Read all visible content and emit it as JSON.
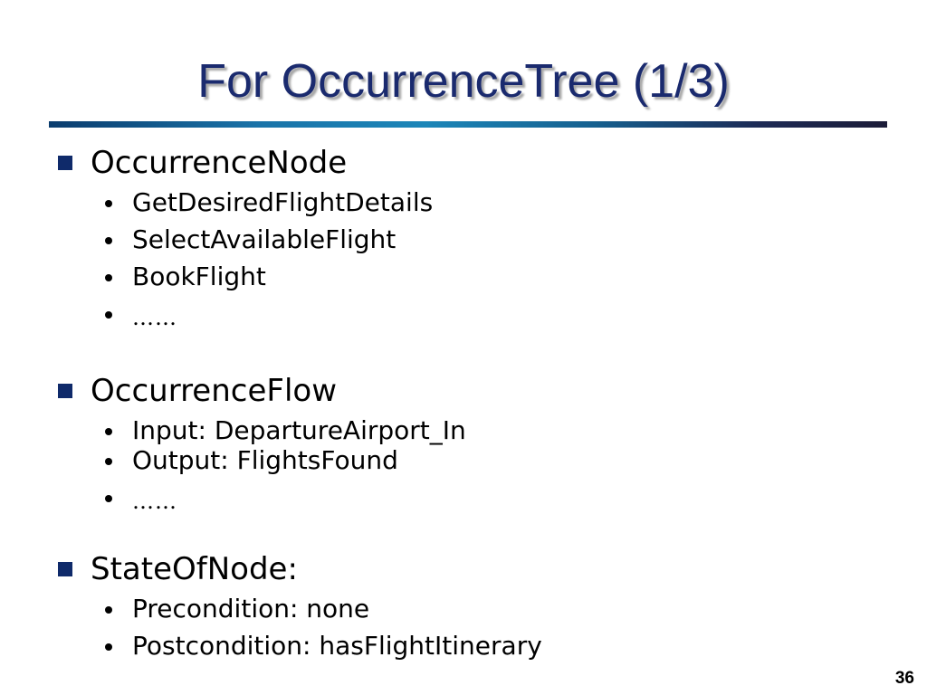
{
  "slide": {
    "title": "For OccurrenceTree (1/3)",
    "page_number": "36"
  },
  "sections": [
    {
      "heading": "OccurrenceNode",
      "items": [
        "GetDesiredFlightDetails",
        "SelectAvailableFlight",
        "BookFlight",
        "……"
      ]
    },
    {
      "heading": "OccurrenceFlow",
      "items": [
        "Input: DepartureAirport_In",
        "Output: FlightsFound",
        "……"
      ]
    },
    {
      "heading": "StateOfNode:",
      "items": [
        "Precondition: none",
        "Postcondition: hasFlightItinerary"
      ]
    }
  ],
  "colors": {
    "title": "#1a2a6e",
    "bullet_square": "#0f2a6a",
    "rule_gradient": [
      "#0b3d6e",
      "#1c86b8",
      "#1c1c38"
    ]
  },
  "icons": {
    "level1_bullet": "square-bullet-icon",
    "level2_bullet": "round-bullet-icon"
  }
}
